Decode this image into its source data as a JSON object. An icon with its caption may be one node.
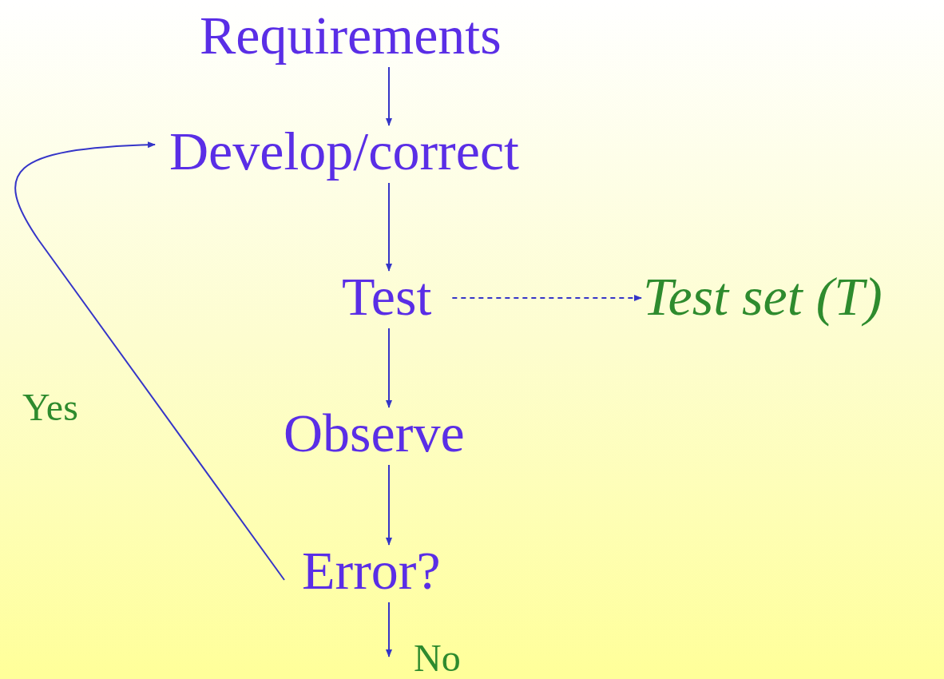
{
  "diagram": {
    "nodes": [
      {
        "text": [
          "Requirements"
        ]
      },
      {
        "text": [
          "Develop/correct"
        ]
      },
      {
        "text": [
          "Test"
        ]
      },
      {
        "text": [
          "Test set (T)"
        ]
      },
      {
        "text": [
          "Observe"
        ]
      },
      {
        "text": [
          "Error?"
        ]
      }
    ],
    "edges": [
      {
        "from": 0,
        "to": 1,
        "arrow": "to"
      },
      {
        "from": 1,
        "to": 2,
        "arrow": "to"
      },
      {
        "from": 2,
        "to": 3,
        "arrow": "to",
        "style": "dashed"
      },
      {
        "from": 2,
        "to": 4,
        "arrow": "to"
      },
      {
        "from": 4,
        "to": 5,
        "arrow": "to"
      },
      {
        "from": 5,
        "to": 1,
        "arrow": "to",
        "label": "Yes"
      },
      {
        "from": 5,
        "to": null,
        "arrow": "to",
        "label": "No"
      }
    ]
  }
}
